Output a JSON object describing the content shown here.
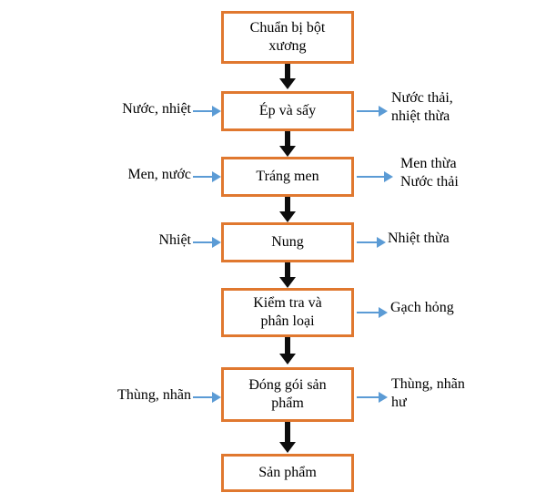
{
  "diagram": {
    "title": "Quy trinh san xuat gach - so do dong vao dong ra",
    "type": "process-flowchart",
    "colors": {
      "box_border": "#E0782F",
      "box_fill": "#FFFFFF",
      "vertical_arrow": "#0D0D0D",
      "horizontal_arrow": "#5B9BD5",
      "text": "#000000",
      "background": "#FFFFFF"
    },
    "steps": [
      {
        "id": "step-1",
        "label": "Chuẩn bị bột\nxương",
        "input": null,
        "output": null
      },
      {
        "id": "step-2",
        "label": "Ép và sấy",
        "input": "Nước, nhiệt",
        "output": "Nước thải,\nnhiệt thừa"
      },
      {
        "id": "step-3",
        "label": "Tráng men",
        "input": "Men, nước",
        "output": "Men thừa\nNước thải"
      },
      {
        "id": "step-4",
        "label": "Nung",
        "input": "Nhiệt",
        "output": "Nhiệt thừa"
      },
      {
        "id": "step-5",
        "label": "Kiểm tra và\nphân loại",
        "input": null,
        "output": "Gạch hỏng"
      },
      {
        "id": "step-6",
        "label": "Đóng gói sản\nphẩm",
        "input": "Thùng, nhãn",
        "output": "Thùng, nhãn\như"
      },
      {
        "id": "step-7",
        "label": "Sản phẩm",
        "input": null,
        "output": null
      }
    ]
  }
}
